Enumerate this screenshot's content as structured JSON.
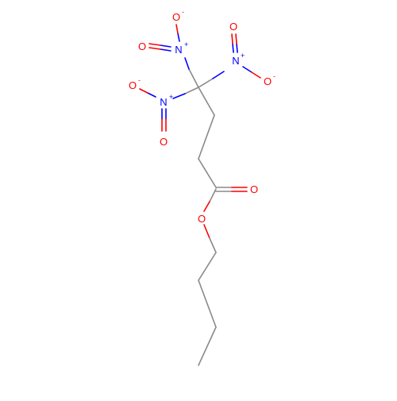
{
  "colors": {
    "bond": "#8a8a8a",
    "nitrogen": "#0000ff",
    "oxygen": "#ff0000",
    "background": "#ffffff"
  },
  "atoms": {
    "n1": {
      "symbol": "N",
      "charge": "+"
    },
    "n2": {
      "symbol": "N",
      "charge": "+"
    },
    "n3": {
      "symbol": "N",
      "charge": "+"
    },
    "o1a": {
      "symbol": "O",
      "charge": "-"
    },
    "o1b": {
      "symbol": "O",
      "charge": ""
    },
    "o2a": {
      "symbol": "O",
      "charge": ""
    },
    "o2b": {
      "symbol": "O",
      "charge": "-"
    },
    "o3a": {
      "symbol": "O",
      "charge": "-"
    },
    "o3b": {
      "symbol": "O",
      "charge": ""
    },
    "o_carbonyl": {
      "symbol": "O",
      "charge": ""
    },
    "o_ester": {
      "symbol": "O",
      "charge": ""
    }
  }
}
